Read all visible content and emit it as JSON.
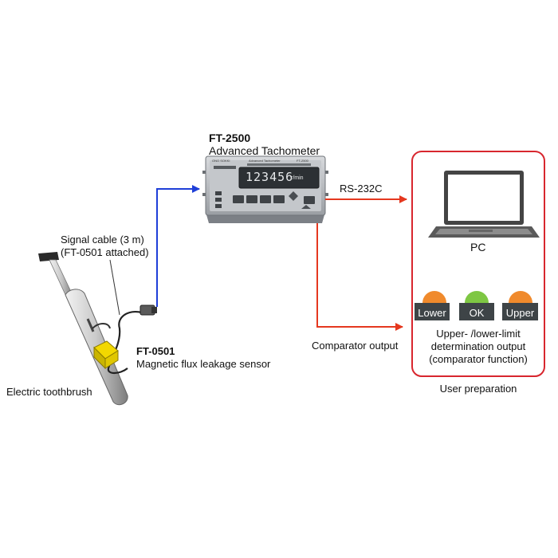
{
  "device": {
    "model": "FT-2500",
    "name": "Advanced Tachometer",
    "display_value": "123456",
    "display_unit": "r/min",
    "panel_brand": "ONO SOKKI",
    "panel_title": "Advanced Tachometer",
    "panel_model": "FT-2500"
  },
  "sensor": {
    "model": "FT-0501",
    "name": "Magnetic flux leakage sensor"
  },
  "cable": {
    "line1": "Signal cable (3 m)",
    "line2": "(FT-0501 attached)"
  },
  "toothbrush": {
    "label": "Electric toothbrush"
  },
  "links": {
    "rs232c": "RS-232C",
    "comparator": "Comparator output"
  },
  "user_box": {
    "pc_label": "PC",
    "indicators": [
      {
        "label": "Lower",
        "color": "#f08a2c"
      },
      {
        "label": "OK",
        "color": "#7ec743"
      },
      {
        "label": "Upper",
        "color": "#f08a2c"
      }
    ],
    "output_line1": "Upper- /lower-limit",
    "output_line2": "determination output",
    "output_line3": "(comparator function)",
    "caption": "User preparation"
  },
  "colors": {
    "signal_arrow": "#1f3fd8",
    "output_arrow": "#e5381f",
    "box_border": "#d8262e"
  }
}
